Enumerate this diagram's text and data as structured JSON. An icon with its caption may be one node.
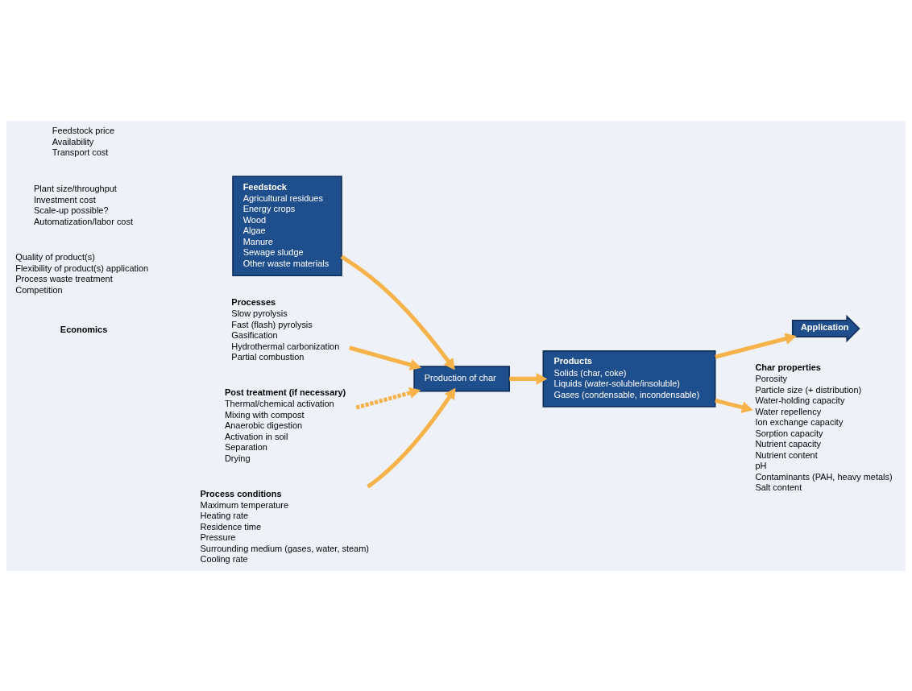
{
  "diagram": {
    "nodes": [
      {
        "text": [
          "Feedstock",
          "Agricultural residues",
          "Energy crops",
          "Wood",
          "Algae",
          "Manure",
          "Sewage sludge",
          "Other waste materials"
        ]
      },
      {
        "text": [
          "Production of char"
        ]
      },
      {
        "text": [
          "Products",
          "Solids (char, coke)",
          "Liquids (water-soluble/insoluble)",
          "Gases (condensable, incondensable)"
        ]
      },
      {
        "text": [
          "Application"
        ]
      },
      {
        "text": [
          "Processes",
          "Slow pyrolysis",
          "Fast (flash) pyrolysis",
          "Gasification",
          "Hydrothermal carbonization",
          "Partial combustion"
        ]
      },
      {
        "text": [
          "Post treatment (if necessary)",
          "Thermal/chemical activation",
          "Mixing with compost",
          "Anaerobic digestion",
          "Activation in soil",
          "Separation",
          "Drying"
        ]
      },
      {
        "text": [
          "Process conditions",
          "Maximum temperature",
          "Heating rate",
          "Residence time",
          "Pressure",
          "Surrounding medium (gases, water, steam)",
          "Cooling rate"
        ]
      },
      {
        "text": [
          "Char properties",
          "Porosity",
          "Particle size (+ distribution)",
          "Water-holding capacity",
          "Water repellency",
          "Ion exchange capacity",
          "Sorption capacity",
          "Nutrient capacity",
          "Nutrient content",
          "pH",
          "Contaminants (PAH, heavy metals)",
          "Salt content"
        ]
      }
    ],
    "edges": [
      {
        "from": 0,
        "to": 1,
        "arrow": "to"
      },
      {
        "from": 1,
        "to": 2,
        "arrow": "to"
      },
      {
        "from": 2,
        "to": 3,
        "arrow": "to"
      },
      {
        "from": 4,
        "to": 1,
        "arrow": "to"
      },
      {
        "from": 5,
        "to": 1,
        "arrow": "to",
        "style": "dashed"
      },
      {
        "from": 6,
        "to": 1,
        "arrow": "to"
      },
      {
        "from": 2,
        "to": 7,
        "arrow": "to"
      }
    ],
    "labels": [
      "Plant size/throughput",
      "Investment cost",
      "Scale-up possible?",
      "Automatization/labor cost",
      "Feedstock price",
      "Availability",
      "Transport cost",
      "Quality of product(s)",
      "Flexibility of product(s) application",
      "Process waste treatment",
      "Competition",
      "Economics"
    ]
  }
}
